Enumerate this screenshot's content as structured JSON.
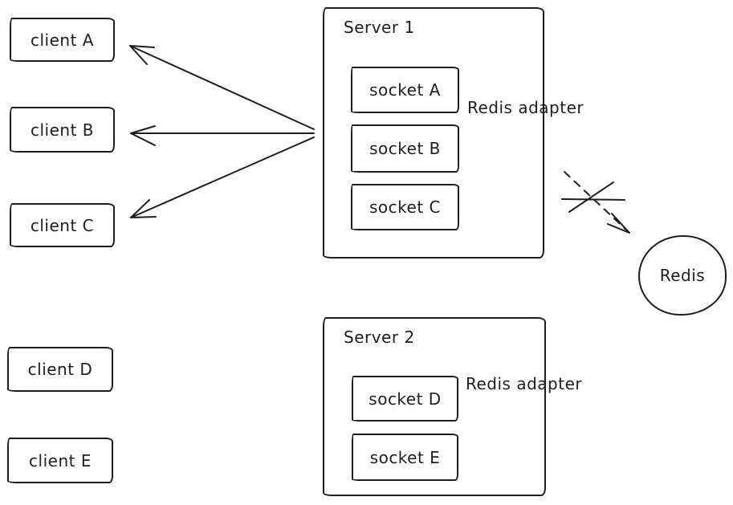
{
  "canvas": {
    "background": "#ffffff",
    "stroke_color": "#1e1e1e"
  },
  "clients": [
    {
      "label": "client A"
    },
    {
      "label": "client B"
    },
    {
      "label": "client C"
    },
    {
      "label": "client D"
    },
    {
      "label": "client E"
    }
  ],
  "servers": [
    {
      "label": "Server 1",
      "adapter_label": "Redis adapter",
      "sockets": [
        {
          "label": "socket A"
        },
        {
          "label": "socket B"
        },
        {
          "label": "socket C"
        }
      ]
    },
    {
      "label": "Server 2",
      "adapter_label": "Redis adapter",
      "sockets": [
        {
          "label": "socket D"
        },
        {
          "label": "socket E"
        }
      ]
    }
  ],
  "redis": {
    "label": "Redis"
  }
}
